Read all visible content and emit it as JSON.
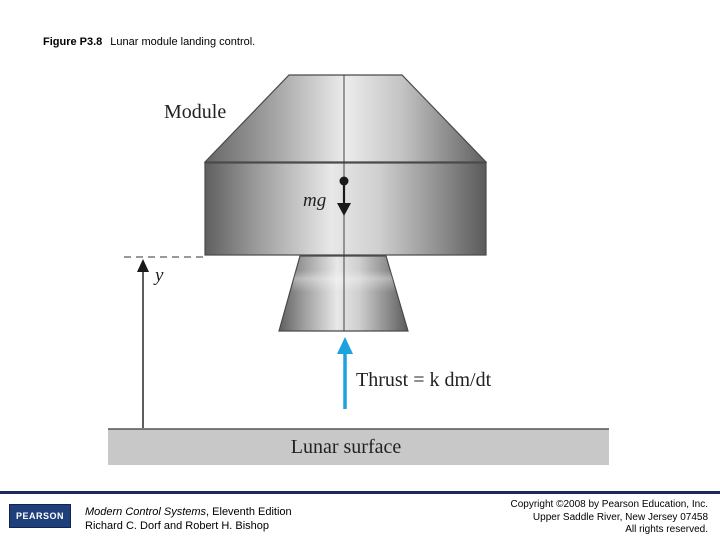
{
  "caption": {
    "figure_number": "Figure P3.8",
    "title": "Lunar module landing control."
  },
  "diagram": {
    "module_label": "Module",
    "mg_label": "mg",
    "y_label": "y",
    "thrust_label": "Thrust = k dm/dt",
    "surface_label": "Lunar surface",
    "colors": {
      "thrust_arrow": "#1aa3dc",
      "surface": "#c8c8c8",
      "metal_dark": "#6e6e6e",
      "metal_light": "#e4e4e4"
    }
  },
  "footer": {
    "logo_text": "PEARSON",
    "book_title": "Modern Control Systems",
    "book_edition": ", Eleventh Edition",
    "authors": "Richard C. Dorf and Robert H. Bishop",
    "copyright_line1": "Copyright ©2008 by Pearson Education, Inc.",
    "copyright_line2": "Upper Saddle River, New Jersey 07458",
    "copyright_line3": "All rights reserved."
  }
}
